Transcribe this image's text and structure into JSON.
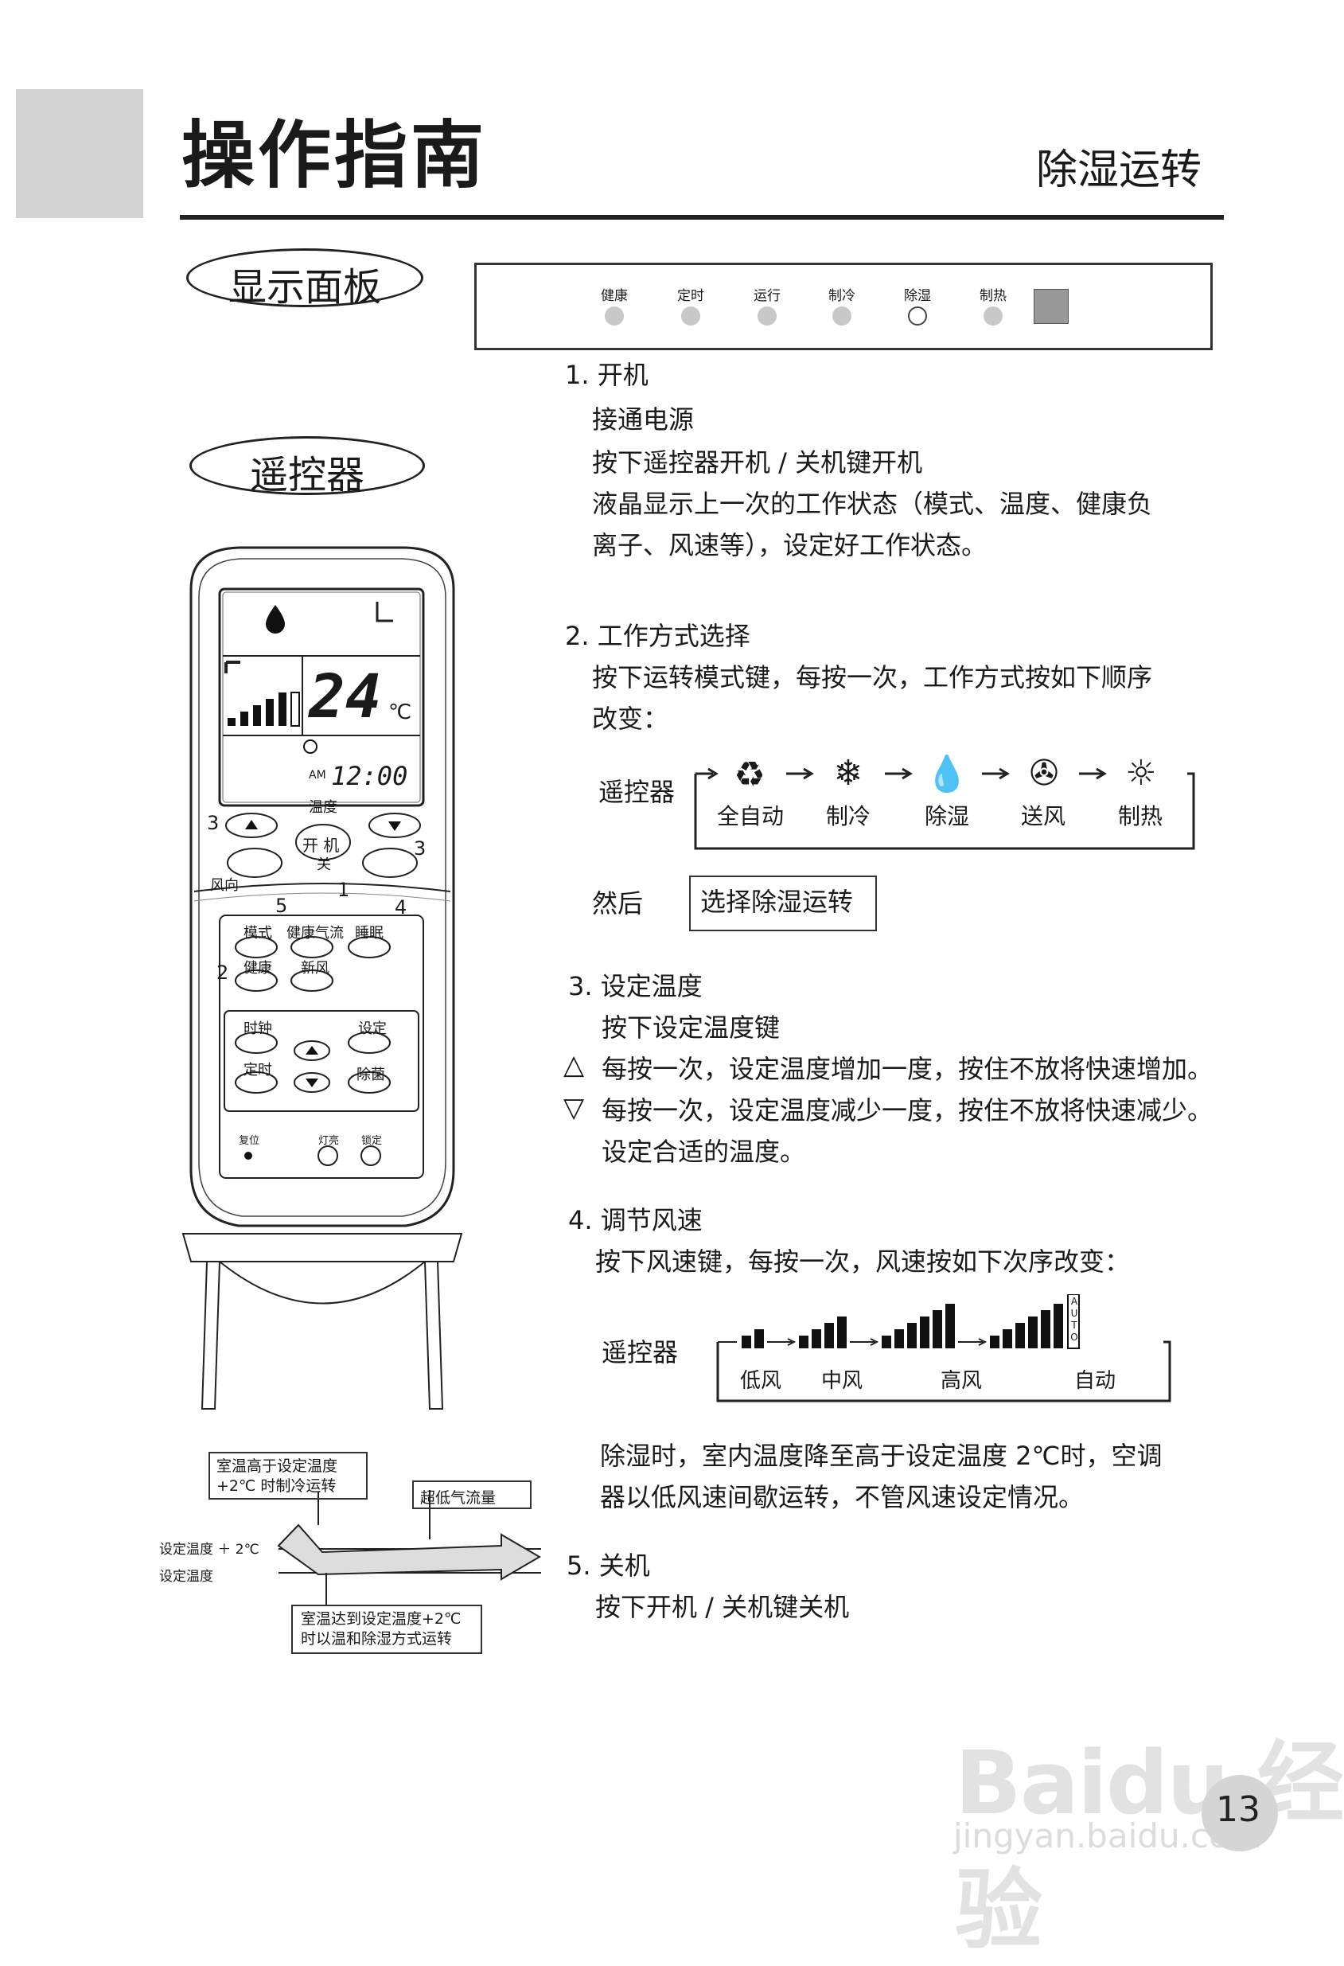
{
  "header": {
    "title": "操作指南",
    "subtitle": "除湿运转"
  },
  "sections": {
    "display_panel_label": "显示面板",
    "remote_label": "遥控器"
  },
  "display_panel": {
    "indicators": [
      {
        "label": "健康",
        "state": "off"
      },
      {
        "label": "定时",
        "state": "off"
      },
      {
        "label": "运行",
        "state": "off"
      },
      {
        "label": "制冷",
        "state": "off"
      },
      {
        "label": "除湿",
        "state": "on"
      },
      {
        "label": "制热",
        "state": "off"
      }
    ]
  },
  "remote": {
    "lcd_temp": "24",
    "lcd_temp_unit": "℃",
    "lcd_time_prefix": "AM",
    "lcd_time": "12:00",
    "lbl_temp": "温度",
    "lbl_power": "开 机",
    "lbl_power2": "关",
    "lbl_fan_dir": "风向",
    "lbl_mode": "模式",
    "lbl_health_air": "健康气流",
    "lbl_sleep": "睡眠",
    "lbl_health": "健康",
    "lbl_fresh": "新风",
    "lbl_clock": "时钟",
    "lbl_set": "设定",
    "lbl_timer": "定时",
    "lbl_sterilize": "除菌",
    "lbl_reset": "复位",
    "lbl_light": "灯亮",
    "lbl_lock": "锁定",
    "callouts": [
      "3",
      "3",
      "1",
      "5",
      "4",
      "2"
    ]
  },
  "steps": [
    {
      "heading": "1. 开机",
      "lines": [
        "接通电源",
        "按下遥控器开机 / 关机键开机",
        "液晶显示上一次的工作状态（模式、温度、健康负",
        "离子、风速等），设定好工作状态。"
      ]
    },
    {
      "heading": "2. 工作方式选择",
      "lines": [
        "按下运转模式键，每按一次，工作方式按如下顺序",
        "改变："
      ]
    },
    {
      "heading": "3. 设定温度",
      "lines": [
        "按下设定温度键",
        "每按一次，设定温度增加一度，按住不放将快速增加。",
        "每按一次，设定温度减少一度，按住不放将快速减少。",
        "设定合适的温度。"
      ]
    },
    {
      "heading": "4. 调节风速",
      "lines": [
        "按下风速键，每按一次，风速按如下次序改变："
      ]
    },
    {
      "heading": "5. 关机",
      "lines": [
        "按下开机 / 关机键关机"
      ]
    }
  ],
  "mode_cycle": {
    "label": "遥控器",
    "modes": [
      "全自动",
      "制冷",
      "除湿",
      "送风",
      "制热"
    ],
    "then_label": "然后",
    "then_box": "选择除湿运转"
  },
  "fan_cycle": {
    "label": "遥控器",
    "speeds": [
      "低风",
      "中风",
      "高风",
      "自动"
    ],
    "auto_text": "AUTO"
  },
  "dehumid_note": [
    "除湿时，室内温度降至高于设定温度 2℃时，空调",
    "器以低风速间歇运转，不管风速设定情况。"
  ],
  "diagram": {
    "box_top_left": [
      "室温高于设定温度",
      "+2℃ 时制冷运转"
    ],
    "box_top_right": "超低气流量",
    "axis_upper": "设定温度 ＋ 2℃",
    "axis_lower": "设定温度",
    "box_bottom": [
      "室温达到设定温度+2℃",
      "时以温和除湿方式运转"
    ]
  },
  "page_number": "13",
  "watermark": {
    "main": "Baidu 经验",
    "sub": "jingyan.baidu.com"
  }
}
